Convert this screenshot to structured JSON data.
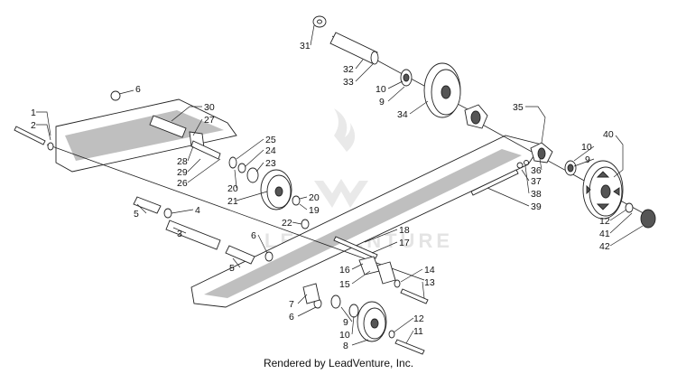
{
  "caption": "Rendered by LeadVenture, Inc.",
  "watermark": "LEADVENTURE",
  "callouts": {
    "c1": "1",
    "c2": "2",
    "c3": "3",
    "c4": "4",
    "c5a": "5",
    "c5b": "5",
    "c6a": "6",
    "c6b": "6",
    "c6c": "6",
    "c7": "7",
    "c8": "8",
    "c9a": "9",
    "c9b": "9",
    "c9c": "9",
    "c10a": "10",
    "c10b": "10",
    "c10c": "10",
    "c11": "11",
    "c12a": "12",
    "c12b": "12",
    "c13": "13",
    "c14": "14",
    "c15": "15",
    "c16": "16",
    "c17": "17",
    "c18": "18",
    "c19": "19",
    "c20a": "20",
    "c20b": "20",
    "c21": "21",
    "c22": "22",
    "c23": "23",
    "c24": "24",
    "c25": "25",
    "c26": "26",
    "c27": "27",
    "c28": "28",
    "c29": "29",
    "c30": "30",
    "c31": "31",
    "c32": "32",
    "c33": "33",
    "c34": "34",
    "c35": "35",
    "c36": "36",
    "c37": "37",
    "c38": "38",
    "c39": "39",
    "c40": "40",
    "c41": "41",
    "c42": "42"
  }
}
